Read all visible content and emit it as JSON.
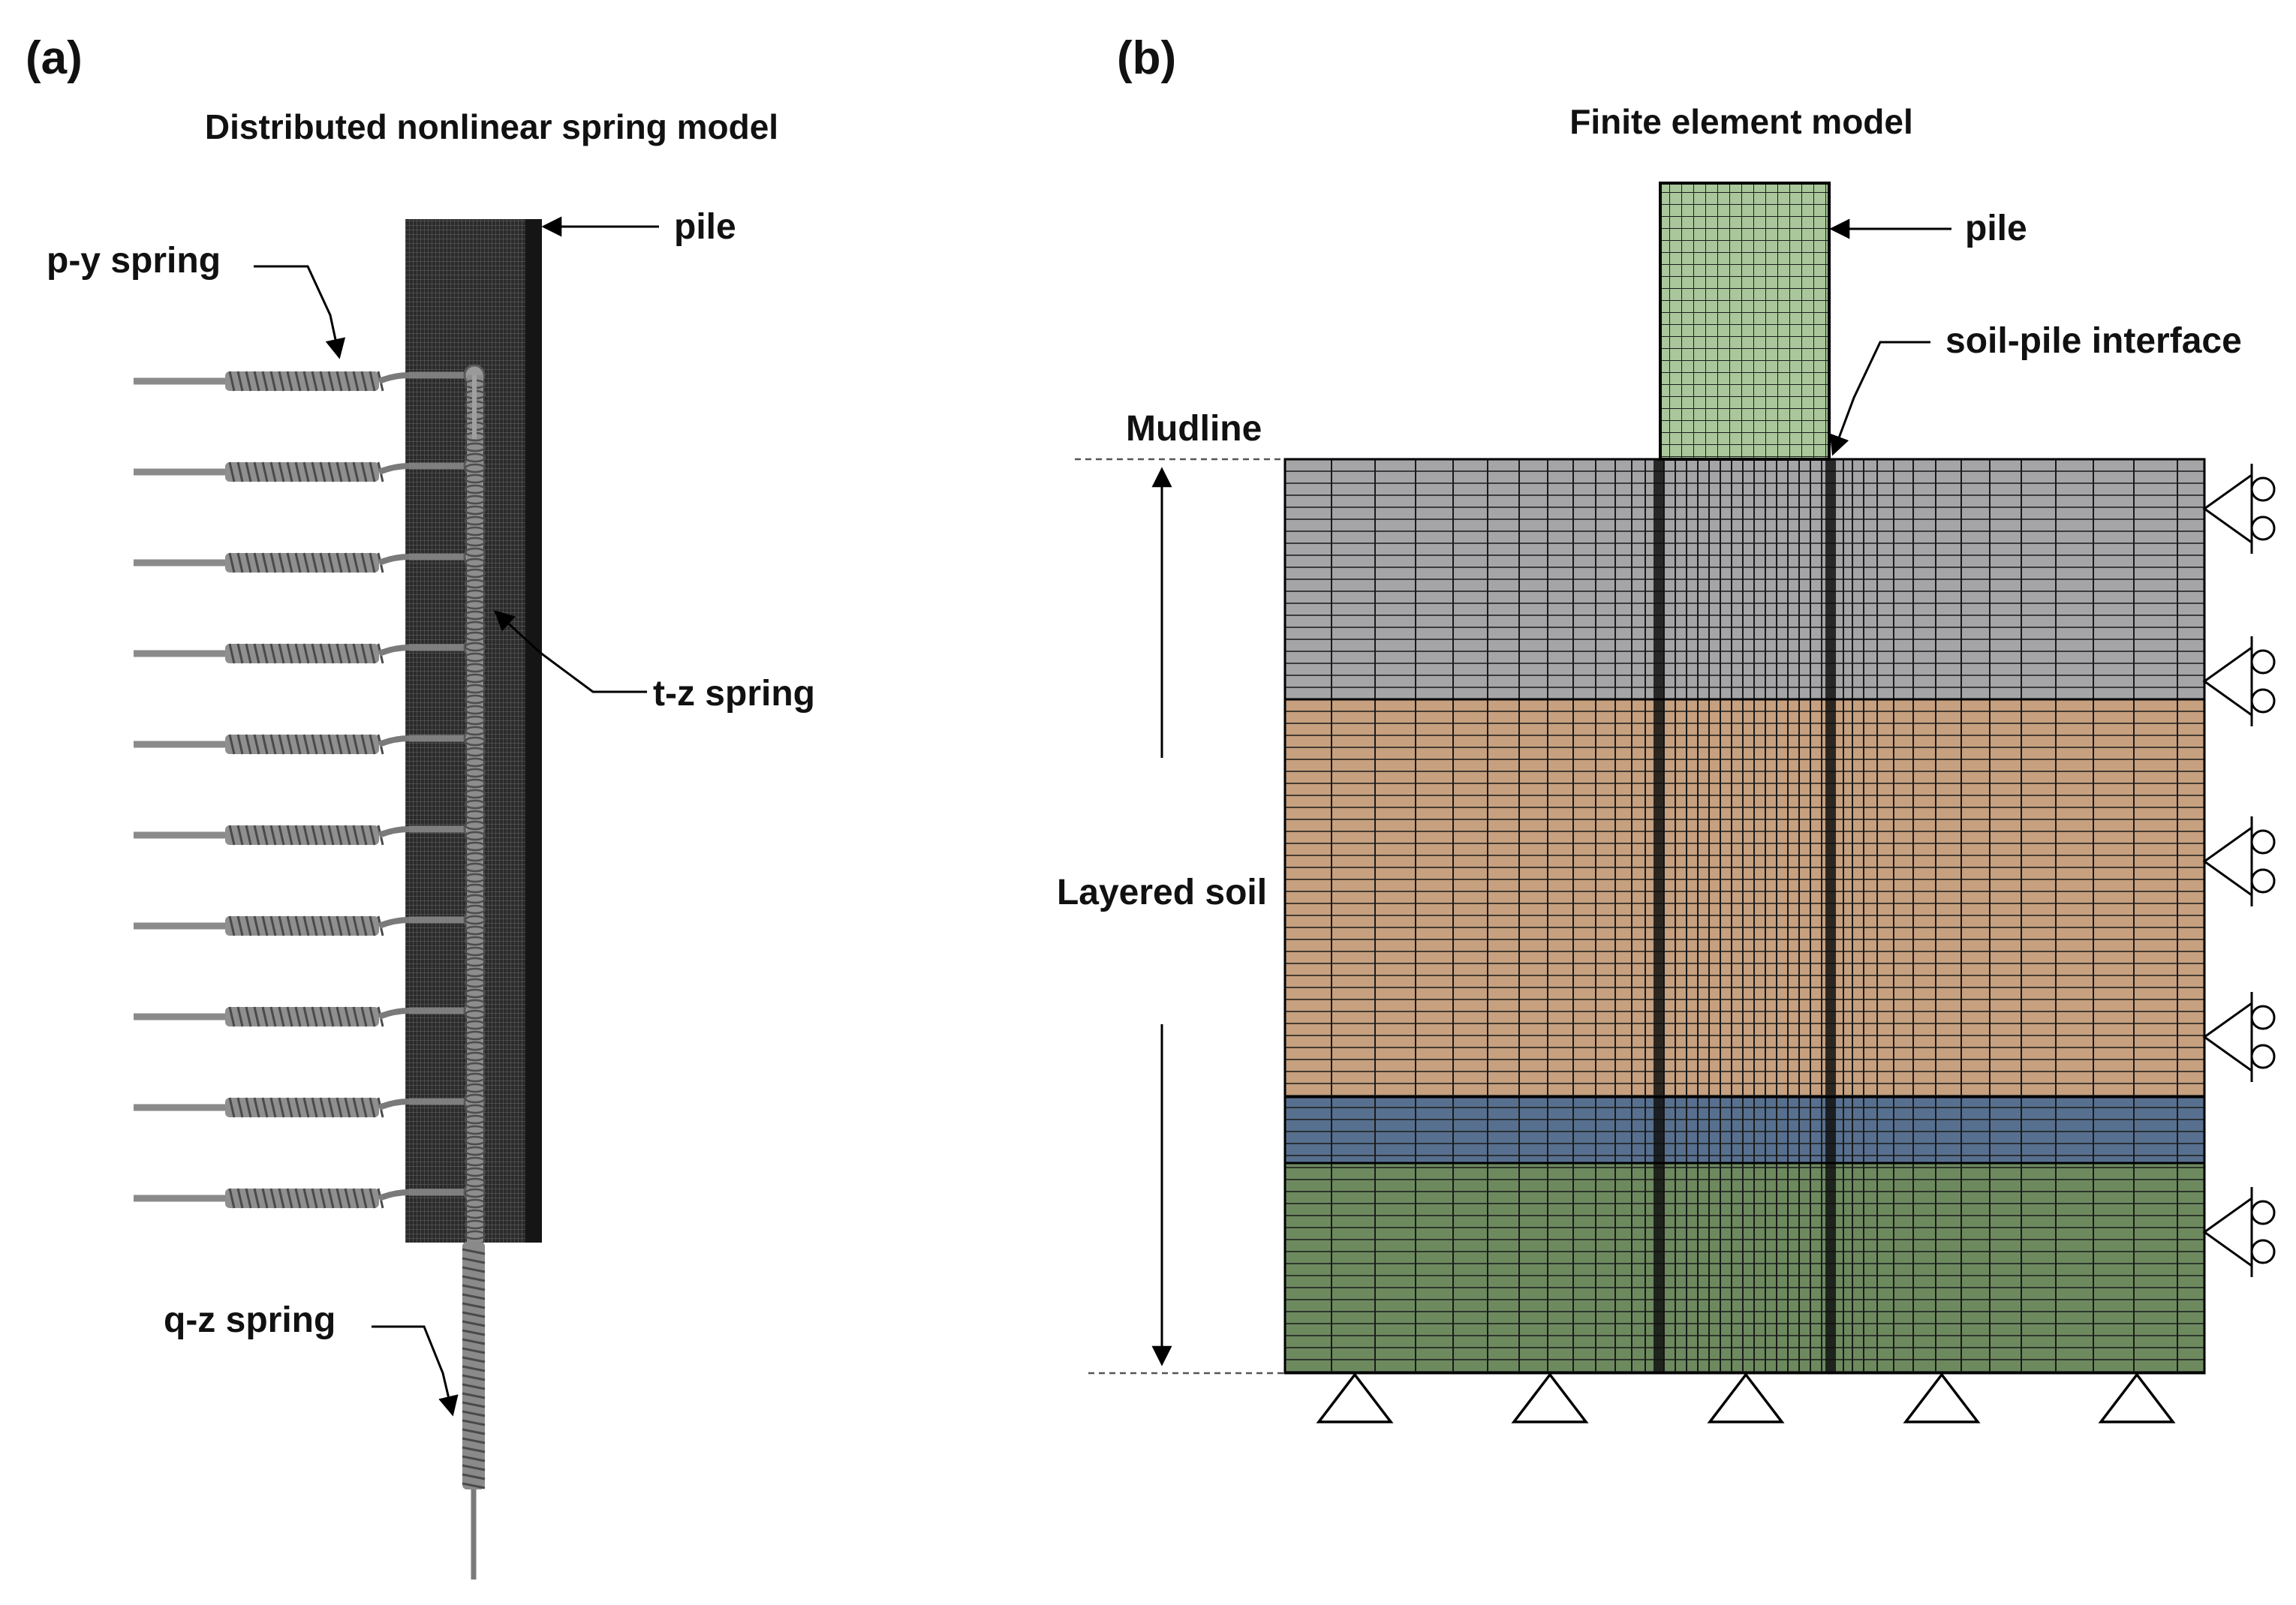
{
  "panel_a": {
    "letter": "(a)",
    "title": "Distributed nonlinear spring model",
    "labels": {
      "pile": "pile",
      "py_spring": "p-y spring",
      "tz_spring": "t-z spring",
      "qz_spring": "q-z spring"
    },
    "py_spring_count": 10
  },
  "panel_b": {
    "letter": "(b)",
    "title": "Finite element model",
    "labels": {
      "pile": "pile",
      "interface": "soil-pile interface",
      "mudline": "Mudline",
      "layered_soil": "Layered soil"
    },
    "soil_layers": [
      {
        "color": "#a5a5a8"
      },
      {
        "color": "#c6a07f"
      },
      {
        "color": "#58708f"
      },
      {
        "color": "#6d8a5f"
      }
    ],
    "pile_color": "#a9c79b",
    "roller_supports": 5,
    "pin_supports": 5
  }
}
